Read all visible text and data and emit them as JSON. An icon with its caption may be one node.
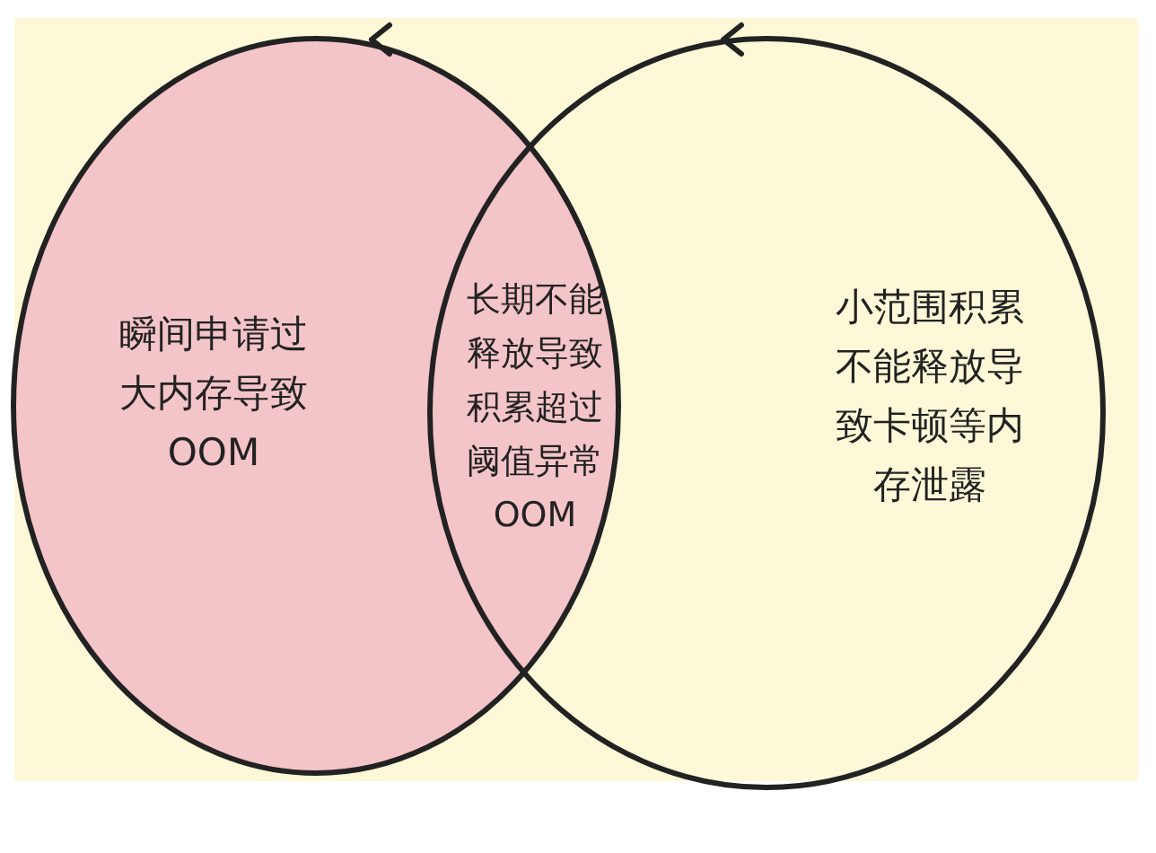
{
  "diagram": {
    "nodes": [
      {
        "text": [
          "瞬间申请过大内存导致OOM"
        ]
      },
      {
        "text": [
          "长期不能释放导致积累超过阈值异常OOM"
        ]
      },
      {
        "text": [
          "小范围积累不能释放导致卡顿等内存泄露"
        ]
      }
    ],
    "edges": []
  }
}
